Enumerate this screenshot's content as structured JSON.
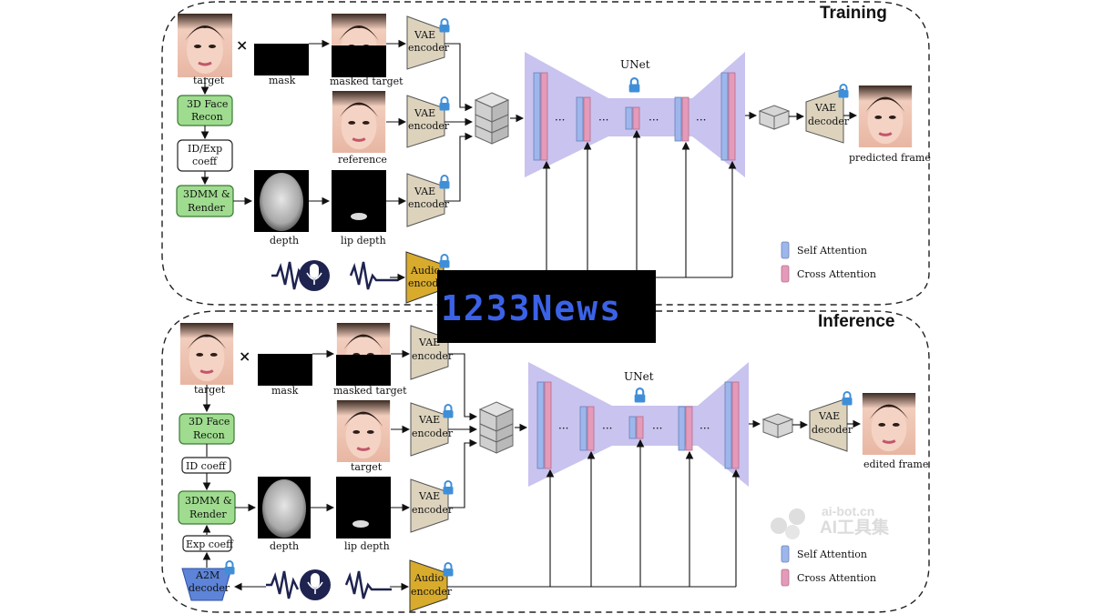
{
  "training": {
    "title": "Training",
    "target": "target",
    "mask": "mask",
    "masked_target": "masked target",
    "reference": "reference",
    "face_recon_1": "3D Face",
    "face_recon_2": "Recon",
    "coeff_1": "ID/Exp",
    "coeff_2": "coeff",
    "render_1": "3DMM &",
    "render_2": "Render",
    "depth": "depth",
    "lip_depth": "lip depth",
    "vae_1": "VAE",
    "vae_2": "encoder",
    "audio_1": "Audio",
    "audio_2": "encoder",
    "unet": "UNet",
    "dec_1": "VAE",
    "dec_2": "decoder",
    "output": "predicted frame",
    "legend_self": "Self Attention",
    "legend_cross": "Cross Attention"
  },
  "inference": {
    "title": "Inference",
    "target": "target",
    "mask": "mask",
    "masked_target": "masked target",
    "reference": "target",
    "face_recon_1": "3D Face",
    "face_recon_2": "Recon",
    "id_coeff": "ID coeff",
    "render_1": "3DMM &",
    "render_2": "Render",
    "exp_coeff": "Exp coeff",
    "a2m_1": "A2M",
    "a2m_2": "decoder",
    "depth": "depth",
    "lip_depth": "lip depth",
    "vae_1": "VAE",
    "vae_2": "encoder",
    "audio_1": "Audio",
    "audio_2": "encoder",
    "unet": "UNet",
    "dec_1": "VAE",
    "dec_2": "decoder",
    "output": "edited frame",
    "legend_self": "Self Attention",
    "legend_cross": "Cross Attention"
  },
  "symbols": {
    "times": "×",
    "dots": "···"
  },
  "watermark": {
    "banner": "1233News",
    "site": "ai-bot.cn",
    "brand": "AI工具集"
  },
  "colors": {
    "unet": "#c9c3ef",
    "self_attention": "#9db7ec",
    "cross_attention": "#e49ab8",
    "encoder": "#ddd3bd",
    "audio": "#d8ab2d",
    "green": "#9fdc8f"
  }
}
